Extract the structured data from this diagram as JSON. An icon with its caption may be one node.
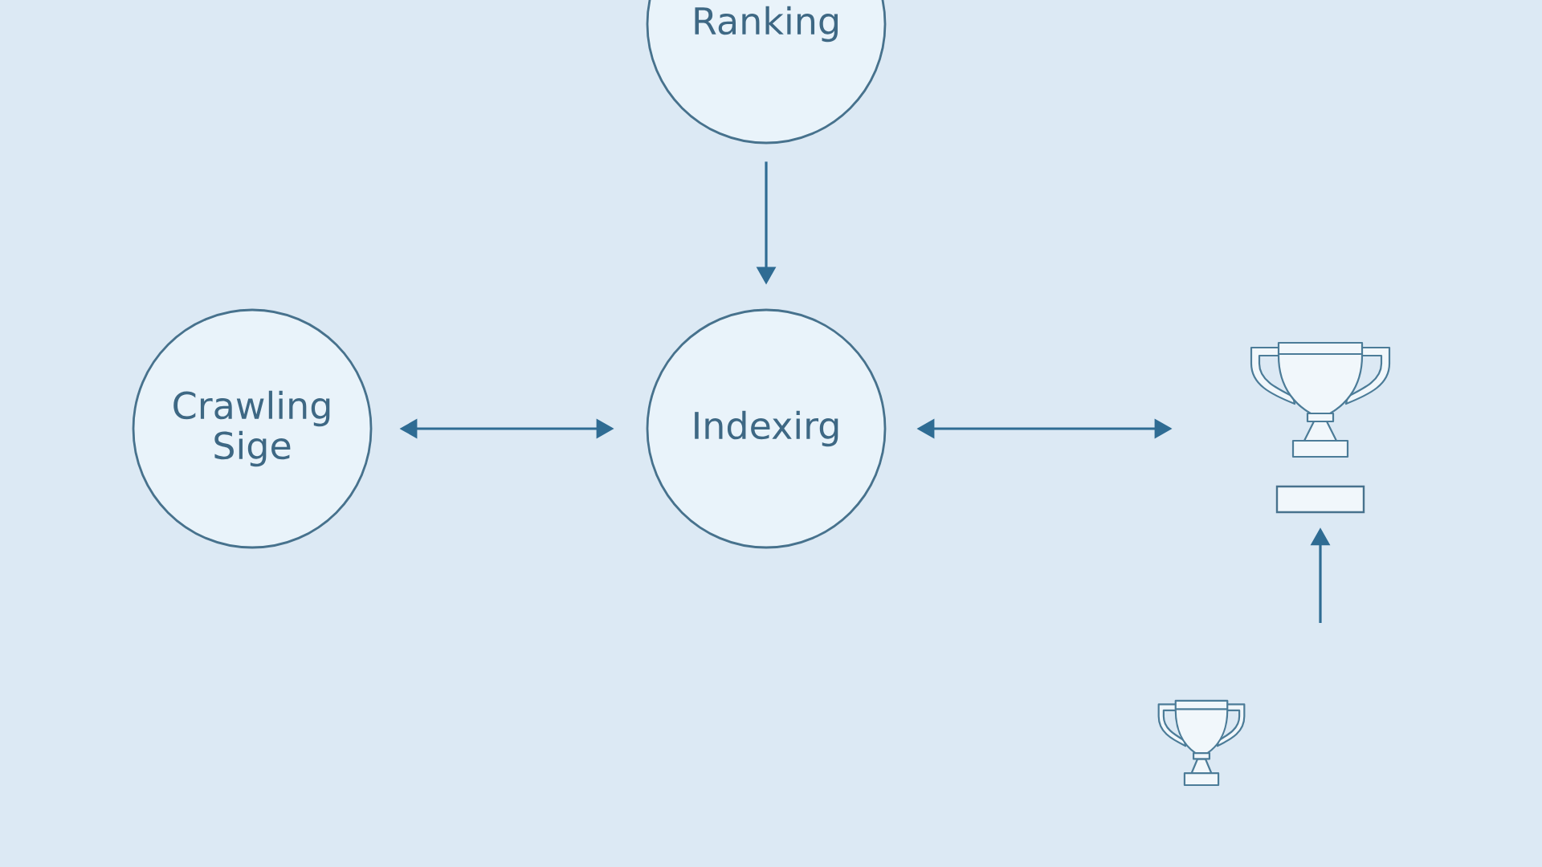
{
  "diagram": {
    "nodes": [
      {
        "text": [
          "Ranking"
        ]
      },
      {
        "text": [
          "Crawling Sige"
        ]
      },
      {
        "text": [
          "Indexirg"
        ]
      },
      {
        "text": [],
        "shape": "picture"
      },
      {
        "text": [],
        "shape": "box"
      }
    ],
    "edges": [
      {
        "from": 0,
        "to": 2,
        "arrow": "to"
      },
      {
        "from": 1,
        "to": 2,
        "arrow": "both"
      },
      {
        "from": 2,
        "to": 3,
        "arrow": "both"
      },
      {
        "from": null,
        "to": 4,
        "arrow": "to"
      }
    ]
  }
}
